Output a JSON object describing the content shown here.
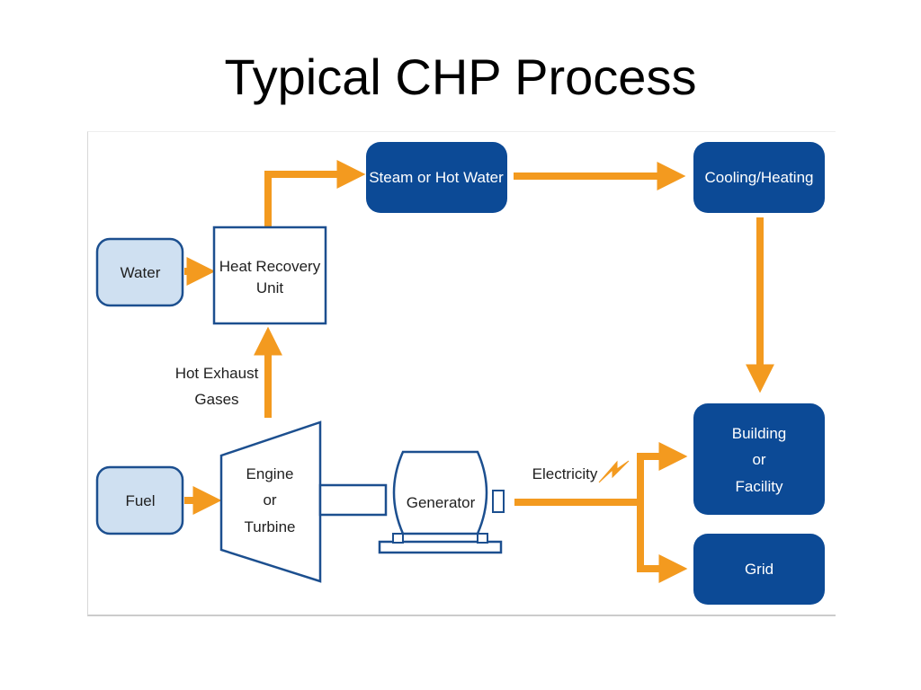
{
  "title": "Typical CHP Process",
  "nodes": {
    "water": "Water",
    "fuel": "Fuel",
    "heat_recovery": [
      "Heat Recovery",
      "Unit"
    ],
    "engine": [
      "Engine",
      "or",
      "Turbine"
    ],
    "generator": "Generator",
    "steam": "Steam or Hot Water",
    "cooling": "Cooling/Heating",
    "building": [
      "Building",
      "or",
      "Facility"
    ],
    "grid": "Grid"
  },
  "labels": {
    "exhaust": [
      "Hot Exhaust",
      "Gases"
    ],
    "electricity": "Electricity"
  },
  "colors": {
    "arrow": "#f39a1f",
    "dark_box": "#0c4a96",
    "light_box": "#cfe0f1",
    "outline": "#1c4f8f"
  }
}
